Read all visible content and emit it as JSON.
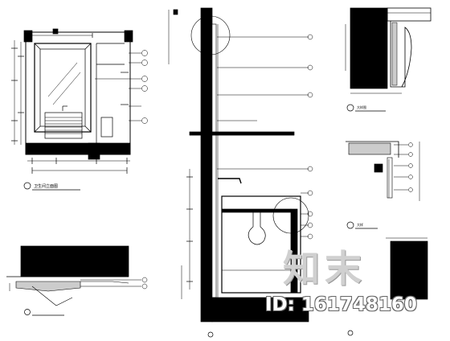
{
  "views": {
    "elevation": {
      "title": "卫生间立面图"
    },
    "section": {
      "title": ""
    },
    "detail_top": {
      "title": "大样图"
    },
    "detail_mid": {
      "title": "大样"
    },
    "detail_bottom_left": {
      "title": ""
    }
  },
  "watermark": {
    "logo_text": "知末",
    "id_text": "ID: 161748160"
  },
  "colors": {
    "ink": "#000000",
    "paper": "#ffffff",
    "watermark": "#cfcfcf"
  }
}
